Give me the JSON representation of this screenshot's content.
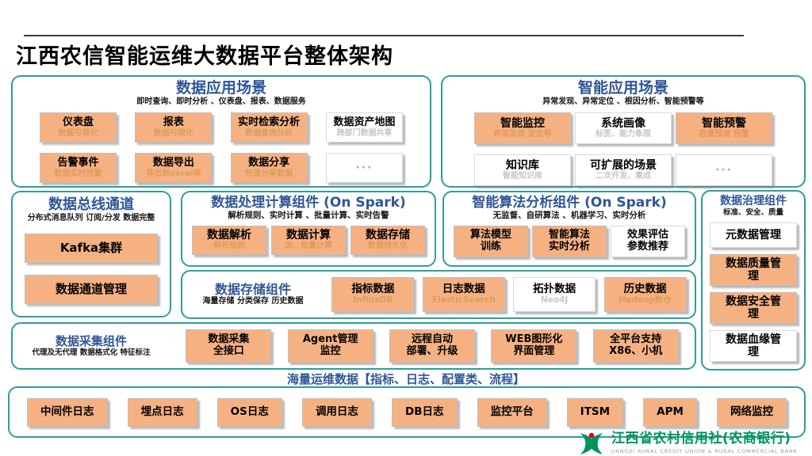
{
  "page_title": "江西农信智能运维大数据平台整体架构",
  "colors": {
    "teal": "#2D9E97",
    "blue": "#2F5597",
    "orange": "#F6B183",
    "orange-sub": "#DE9C5B",
    "white-sub": "#C6C6C6",
    "logo-green": "#00935E",
    "logo-red": "#E60012"
  },
  "sections": {
    "data_app": {
      "title": "数据应用场景",
      "subtitle": "即时查询、即时分析 、仪表盘、报表、数据服务",
      "cards": [
        {
          "label": "仪表盘",
          "sub": "数据可视化",
          "style": "orange"
        },
        {
          "label": "报表",
          "sub": "数据可视化",
          "style": "orange"
        },
        {
          "label": "实时检索分析",
          "sub": "数据查询分析",
          "style": "orange"
        },
        {
          "label": "数据资产地图",
          "sub": "跨部门数据共享",
          "style": "white"
        },
        {
          "label": "告警事件",
          "sub": "数据实时预警",
          "style": "orange"
        },
        {
          "label": "数据导出",
          "sub": "导出到excel等",
          "style": "orange"
        },
        {
          "label": "数据分享",
          "sub": "快速分享数据",
          "style": "orange"
        },
        {
          "label": "···",
          "style": "white ellipsis"
        }
      ]
    },
    "smart_app": {
      "title": "智能应用场景",
      "subtitle": "异常发现、异常定位 、根因分析、智能预警等",
      "cards": [
        {
          "label": "智能监控",
          "sub": "异常发现 定位等",
          "style": "orange"
        },
        {
          "label": "系统画像",
          "sub": "标签、能力象限",
          "style": "white"
        },
        {
          "label": "智能预警",
          "sub": "容量预测 预警",
          "style": "orange"
        },
        {
          "label": "知识库",
          "sub": "智能知识库",
          "style": "white"
        },
        {
          "label": "可扩展的场景",
          "sub": "二次开发、集成",
          "style": "white"
        },
        {
          "label": "···",
          "style": "white ellipsis"
        }
      ]
    },
    "data_bus": {
      "title": "数据总线通道",
      "subtitle": "分布式消息队列 订阅/分发 数据完整",
      "cards": [
        {
          "label": "Kafka集群",
          "style": "orange"
        },
        {
          "label": "数据通道管理",
          "style": "orange"
        }
      ]
    },
    "processing": {
      "title": "数据处理计算组件 (On Spark)",
      "subtitle": "解析规则、实时计算 、批量计算、实时告警",
      "cards": [
        {
          "label": "数据解析",
          "sub": "解析规则",
          "style": "orange"
        },
        {
          "label": "数据计算",
          "sub": "流、批量计算",
          "style": "orange"
        },
        {
          "label": "数据存储",
          "sub": "数据持久化",
          "style": "orange"
        }
      ]
    },
    "algorithm": {
      "title": "智能算法分析组件 (On Spark)",
      "subtitle": "无监督、自研算法 、机器学习、实时分析",
      "cards": [
        {
          "label": "算法模型\n训练",
          "style": "orange"
        },
        {
          "label": "智能算法\n实时分析",
          "style": "orange"
        },
        {
          "label": "效果评估\n参数推荐",
          "style": "white"
        }
      ]
    },
    "storage": {
      "title": "数据存储组件",
      "subtitle": "海量存储 分类保存 历史数据",
      "cards": [
        {
          "label": "指标数据",
          "sub": "InfluxDB",
          "style": "orange"
        },
        {
          "label": "日志数据",
          "sub": "ElasticSearch",
          "style": "orange"
        },
        {
          "label": "拓扑数据",
          "sub": "Neo4J",
          "style": "white"
        },
        {
          "label": "历史数据",
          "sub": "Hadoop数仓",
          "style": "orange"
        }
      ]
    },
    "governance": {
      "title": "数据治理组件",
      "subtitle": "标准、安全、质量",
      "cards": [
        {
          "label": "元数据管理",
          "style": "white"
        },
        {
          "label": "数据质量管\n理",
          "style": "orange"
        },
        {
          "label": "数据安全管\n理",
          "style": "orange"
        },
        {
          "label": "数据血缘管\n理",
          "style": "white"
        }
      ]
    },
    "collection": {
      "title": "数据采集组件",
      "subtitle": "代理及无代理 数据格式化 特征标注",
      "cards": [
        {
          "label": "数据采集\n全接口",
          "style": "orange"
        },
        {
          "label": "Agent管理\n监控",
          "style": "orange"
        },
        {
          "label": "远程自动\n部署、升级",
          "style": "orange"
        },
        {
          "label": "WEB图形化\n界面管理",
          "style": "orange"
        },
        {
          "label": "全平台支持\nX86、小机",
          "style": "orange"
        }
      ]
    },
    "massive": {
      "title": "海量运维数据【指标、日志、配置类、流程】",
      "cards": [
        {
          "label": "中间件日志",
          "style": "orange"
        },
        {
          "label": "埋点日志",
          "style": "orange"
        },
        {
          "label": "OS日志",
          "style": "orange"
        },
        {
          "label": "调用日志",
          "style": "orange"
        },
        {
          "label": "DB日志",
          "style": "orange"
        },
        {
          "label": "监控平台",
          "style": "orange"
        },
        {
          "label": "ITSM",
          "style": "orange"
        },
        {
          "label": "APM",
          "style": "orange"
        },
        {
          "label": "网络监控",
          "style": "orange"
        }
      ]
    }
  },
  "footer": {
    "bank_name_cn": "江西省农村信用社(农商银行)",
    "bank_name_en": "JIANGXI RURAL CREDIT UNION & RURAL COMMERCIAL BANK"
  }
}
